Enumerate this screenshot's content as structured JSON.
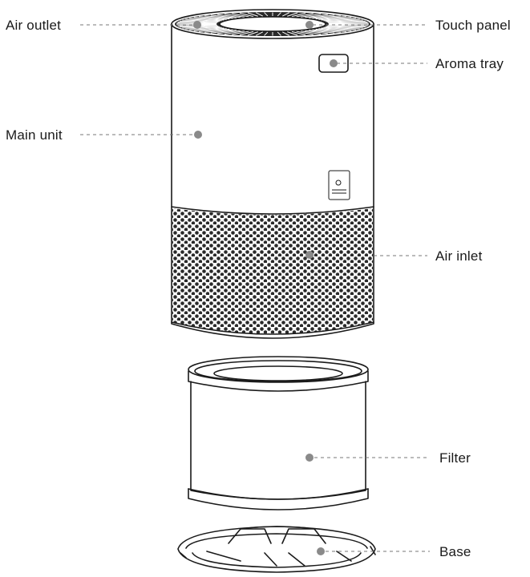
{
  "labels": {
    "air_outlet": "Air outlet",
    "touch_panel": "Touch panel",
    "aroma_tray": "Aroma tray",
    "main_unit": "Main unit",
    "air_inlet": "Air inlet",
    "filter": "Filter",
    "base": "Base"
  },
  "colors": {
    "ink": "#1a1a1a",
    "leader": "#777777",
    "marker": "#8a8a8a"
  }
}
